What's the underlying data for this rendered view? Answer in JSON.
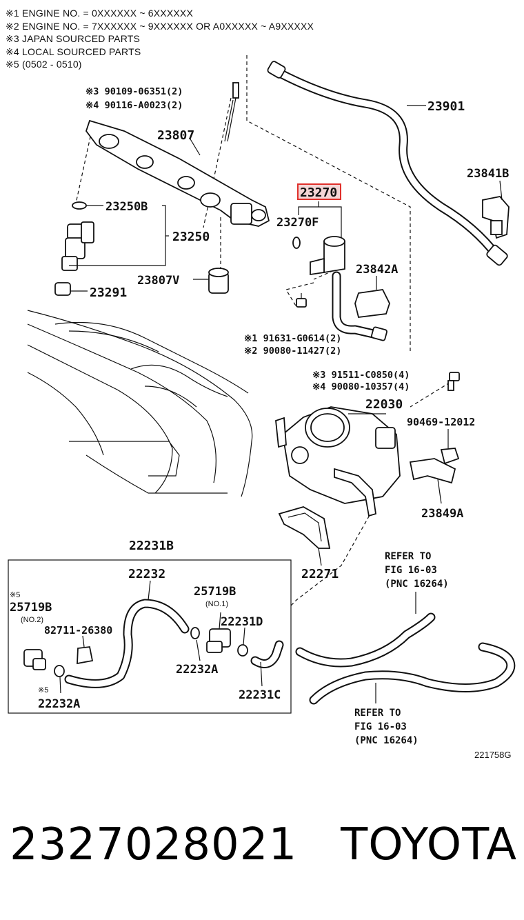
{
  "notes": [
    "※1 ENGINE NO. = 0XXXXXX ~ 6XXXXXX",
    "※2 ENGINE NO. = 7XXXXXX ~ 9XXXXXX OR A0XXXXX ~ A9XXXXX",
    "※3 JAPAN SOURCED PARTS",
    "※4 LOCAL SOURCED PARTS",
    "※5 (0502 - 0510)"
  ],
  "labels": {
    "l23901": "23901",
    "l23841b": "23841B",
    "l23807": "23807",
    "l23250b": "23250B",
    "l23250": "23250",
    "l23807v": "23807V",
    "l23291": "23291",
    "l23270": "23270",
    "l23270f": "23270F",
    "l23842a": "23842A",
    "l91631": "※1 91631-G0614(2)",
    "l90080a": "※2 90080-11427(2)",
    "l90109": "※3 90109-06351(2)",
    "l90116": "※4 90116-A0023(2)",
    "l91511": "※3 91511-C0850(4)",
    "l90080b": "※4 90080-10357(4)",
    "l22030": "22030",
    "l90469": "90469-12012",
    "l23849a": "23849A",
    "l22271": "22271",
    "l22231b": "22231B",
    "l22232": "22232",
    "l25719b_top": "25719B",
    "l_no1": "(NO.1)",
    "l22231d": "22231D",
    "l_star5a": "※5",
    "l25719b_left": "25719B",
    "l_no2": "(NO.2)",
    "l82711": "82711-26380",
    "l22232a_mid": "22232A",
    "l_star5b": "※5",
    "l22232a_bot": "22232A",
    "l22231c": "22231C",
    "refer_top": [
      "REFER TO",
      "FIG 16-03",
      "(PNC 16264)"
    ],
    "refer_bot": [
      "REFER TO",
      "FIG 16-03",
      "(PNC 16264)"
    ]
  },
  "diagram_code": "221758G",
  "footer": {
    "part_number": "2327028021",
    "brand": "TOYOTA"
  },
  "highlight_color": "#e0302b"
}
